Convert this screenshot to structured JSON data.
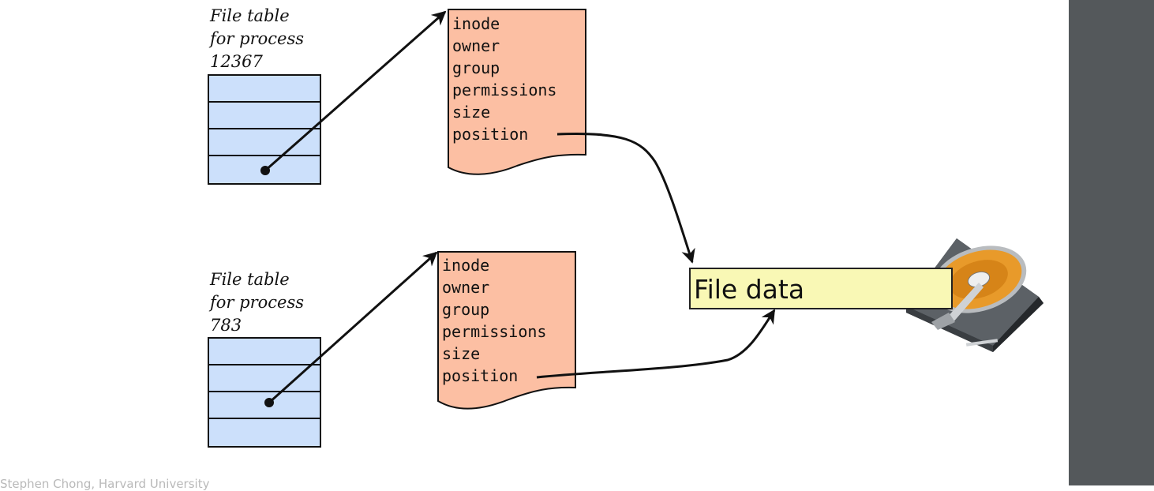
{
  "process_tables": [
    {
      "label_lines": [
        "File table",
        "for process",
        "12367"
      ]
    },
    {
      "label_lines": [
        "File table",
        "for process",
        "783"
      ]
    }
  ],
  "open_file_entries": [
    {
      "fields": [
        "inode",
        "owner",
        "group",
        "permissions",
        "size",
        "position"
      ]
    },
    {
      "fields": [
        "inode",
        "owner",
        "group",
        "permissions",
        "size",
        "position"
      ]
    }
  ],
  "file_data": {
    "label": "File data"
  },
  "disk": {
    "icon": "hard-drive-icon"
  },
  "footer": {
    "credit": "Stephen Chong, Harvard University"
  },
  "colors": {
    "file_table_fill": "#cce0fb",
    "entry_fill": "#fcbfa3",
    "file_data_fill": "#f9f8b5",
    "side_panel": "#54585b"
  }
}
